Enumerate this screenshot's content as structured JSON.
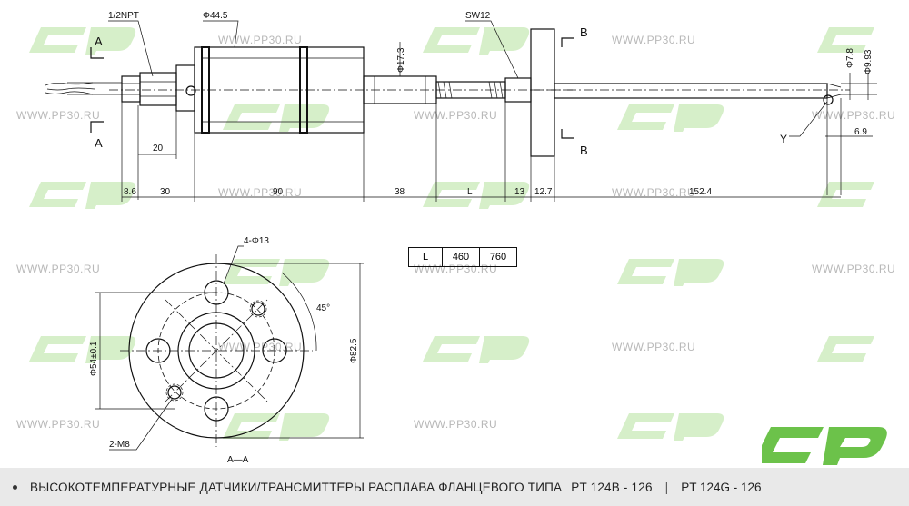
{
  "watermark": {
    "text": "WWW.PP30.RU",
    "logo_text": "CP",
    "colors": {
      "logo_green": "#6cc24a",
      "logo_green_faint": "#d6efc9",
      "watermark_gray": "#b8b8b8"
    }
  },
  "drawing": {
    "side_view_labels": {
      "thread": "1/2NPT",
      "diameter_body": "Φ44.5",
      "diameter_17": "Φ17.3",
      "wrench": "SW12",
      "section_a": "A",
      "section_b": "B",
      "d78": "Φ7.8",
      "d993": "Φ9.93",
      "y_label": "Y",
      "dim_20": "20",
      "dim_69": "6.9"
    },
    "bottom_dims": [
      "8.6",
      "30",
      "90",
      "38",
      "L",
      "13",
      "12.7",
      "152.4"
    ],
    "flange_labels": {
      "holes": "4-Φ13",
      "angle": "45°",
      "d54": "Φ54±0.1",
      "d825": "Φ82.5",
      "m8": "2-M8",
      "section": "A—A"
    },
    "length_table": {
      "header": "L",
      "values": [
        "460",
        "760"
      ]
    }
  },
  "footer": {
    "title": "ВЫСОКОТЕМПЕРАТУРНЫЕ ДАТЧИКИ/ТРАНСМИТТЕРЫ РАСПЛАВА ФЛАНЦЕВОГО ТИПА",
    "model1": "PT 124B - 126",
    "separator": "|",
    "model2": "PT 124G - 126"
  }
}
